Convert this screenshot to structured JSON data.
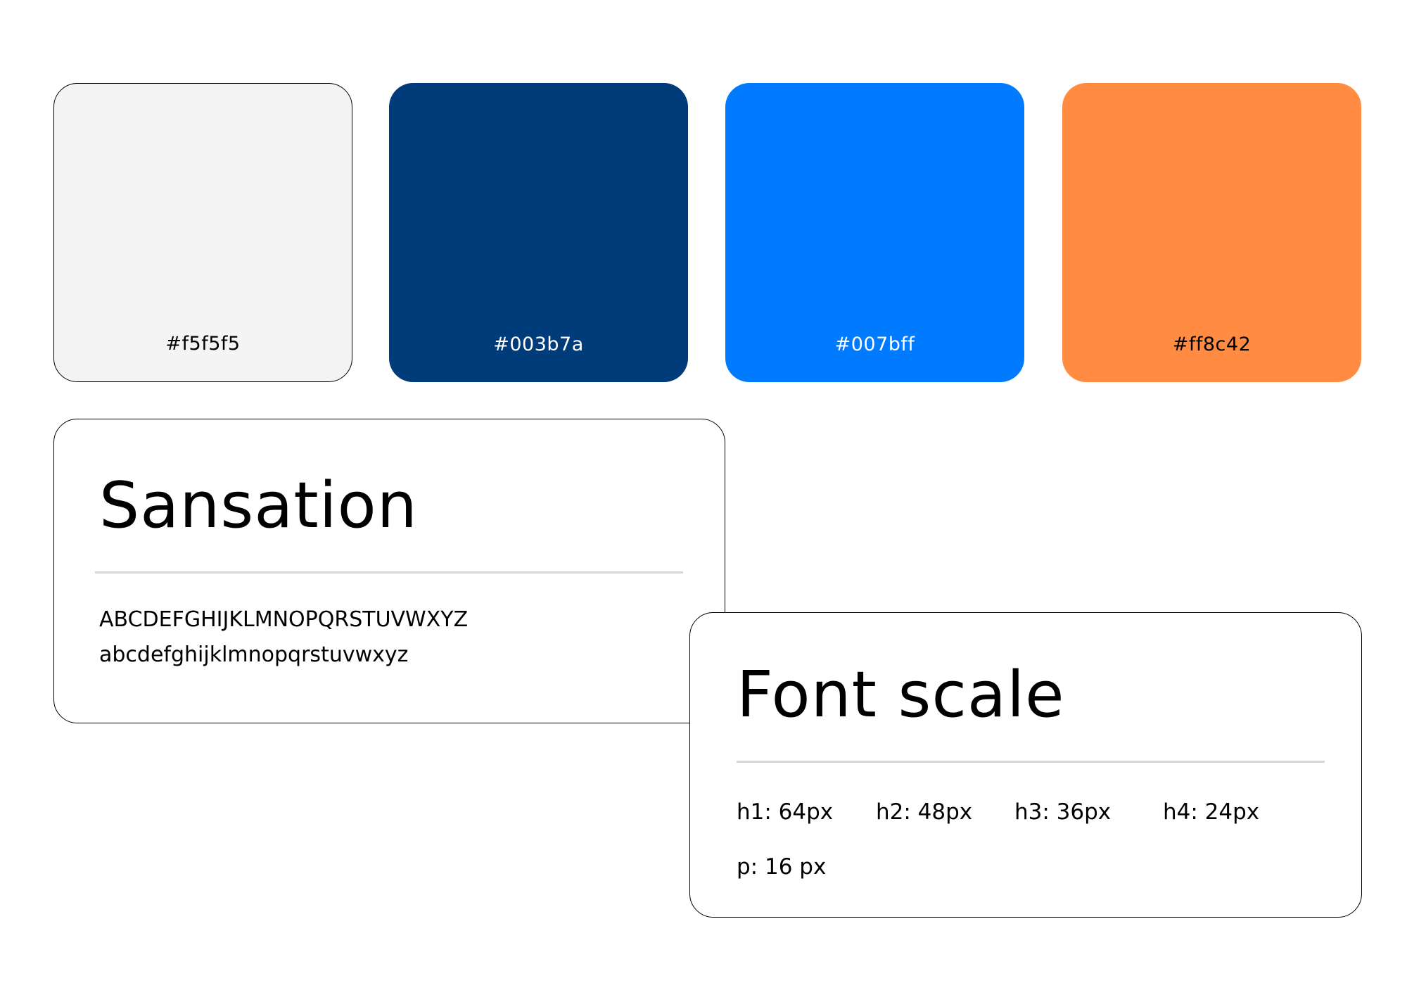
{
  "palette": {
    "swatches": [
      {
        "code": "#f5f5f5",
        "fill": "#f4f4f4",
        "text_color": "#000000"
      },
      {
        "code": "#003b7a",
        "fill": "#003b7a",
        "text_color": "#ffffff"
      },
      {
        "code": "#007bff",
        "fill": "#007bff",
        "text_color": "#ffffff"
      },
      {
        "code": "#ff8c42",
        "fill": "#ff8c42",
        "text_color": "#000000"
      }
    ]
  },
  "typeface_card": {
    "title": "Sansation",
    "uppercase": "ABCDEFGHIJKLMNOPQRSTUVWXYZ",
    "lowercase": "abcdefghijklmnopqrstuvwxyz"
  },
  "font_scale_card": {
    "title": "Font scale",
    "items": [
      {
        "label": "h1: 64px"
      },
      {
        "label": "h2: 48px"
      },
      {
        "label": "h3: 36px"
      },
      {
        "label": "h4: 24px"
      },
      {
        "label": "p: 16 px"
      }
    ]
  },
  "colors": {
    "divider": "#d6d6d6",
    "border": "#000000",
    "background": "#ffffff"
  }
}
